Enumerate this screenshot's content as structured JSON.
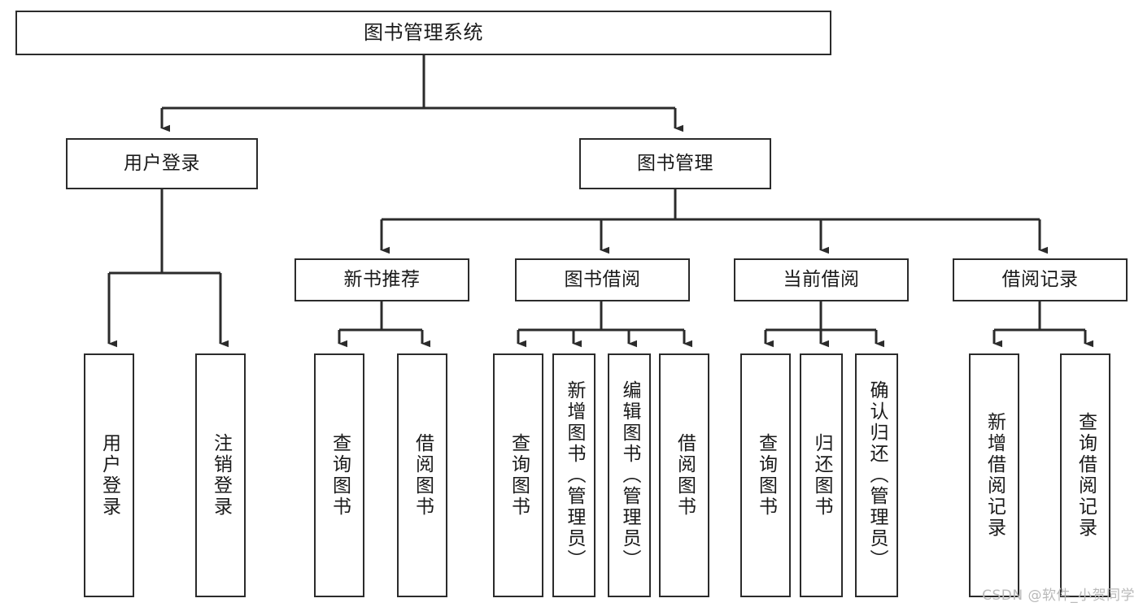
{
  "diagram": {
    "type": "tree-hierarchy-chart",
    "title": "图书管理系统",
    "orientation": "top-down",
    "colors": {
      "box_border": "#2b2b2b",
      "box_fill": "#ffffff",
      "connector": "#2b2b2b",
      "text": "#1a1a1a",
      "watermark": "#b9b9b9",
      "background": "#ffffff"
    },
    "root": {
      "id": "root",
      "label": "图书管理系统",
      "text_orientation": "horizontal"
    },
    "level1": [
      {
        "id": "user-login",
        "label": "用户登录",
        "text_orientation": "horizontal"
      },
      {
        "id": "book-management",
        "label": "图书管理",
        "text_orientation": "horizontal"
      }
    ],
    "level2": [
      {
        "id": "new-book-recommend",
        "label": "新书推荐",
        "parent": "book-management",
        "text_orientation": "horizontal"
      },
      {
        "id": "book-borrow",
        "label": "图书借阅",
        "parent": "book-management",
        "text_orientation": "horizontal"
      },
      {
        "id": "current-borrow",
        "label": "当前借阅",
        "parent": "book-management",
        "text_orientation": "horizontal"
      },
      {
        "id": "borrow-record",
        "label": "借阅记录",
        "parent": "book-management",
        "text_orientation": "horizontal"
      }
    ],
    "leaves": [
      {
        "id": "leaf-user-login",
        "label": "用户登录",
        "parent": "user-login",
        "text_orientation": "vertical"
      },
      {
        "id": "leaf-user-logout",
        "label": "注销登录",
        "parent": "user-login",
        "text_orientation": "vertical"
      },
      {
        "id": "leaf-query-book-1",
        "label": "查询图书",
        "parent": "new-book-recommend",
        "text_orientation": "vertical"
      },
      {
        "id": "leaf-borrow-book-1",
        "label": "借阅图书",
        "parent": "new-book-recommend",
        "text_orientation": "vertical"
      },
      {
        "id": "leaf-query-book-2",
        "label": "查询图书",
        "parent": "book-borrow",
        "text_orientation": "vertical"
      },
      {
        "id": "leaf-add-book",
        "label": "新增图书（管理员）",
        "parent": "book-borrow",
        "text_orientation": "vertical"
      },
      {
        "id": "leaf-edit-book",
        "label": "编辑图书（管理员）",
        "parent": "book-borrow",
        "text_orientation": "vertical"
      },
      {
        "id": "leaf-borrow-book-2",
        "label": "借阅图书",
        "parent": "book-borrow",
        "text_orientation": "vertical"
      },
      {
        "id": "leaf-query-book-3",
        "label": "查询图书",
        "parent": "current-borrow",
        "text_orientation": "vertical"
      },
      {
        "id": "leaf-return-book",
        "label": "归还图书",
        "parent": "current-borrow",
        "text_orientation": "vertical"
      },
      {
        "id": "leaf-confirm-return",
        "label": "确认归还（管理员）",
        "parent": "current-borrow",
        "text_orientation": "vertical"
      },
      {
        "id": "leaf-add-record",
        "label": "新增借阅记录",
        "parent": "borrow-record",
        "text_orientation": "vertical"
      },
      {
        "id": "leaf-query-record",
        "label": "查询借阅记录",
        "parent": "borrow-record",
        "text_orientation": "vertical"
      }
    ]
  },
  "watermark": {
    "text": "CSDN @软件_小贺同学"
  }
}
